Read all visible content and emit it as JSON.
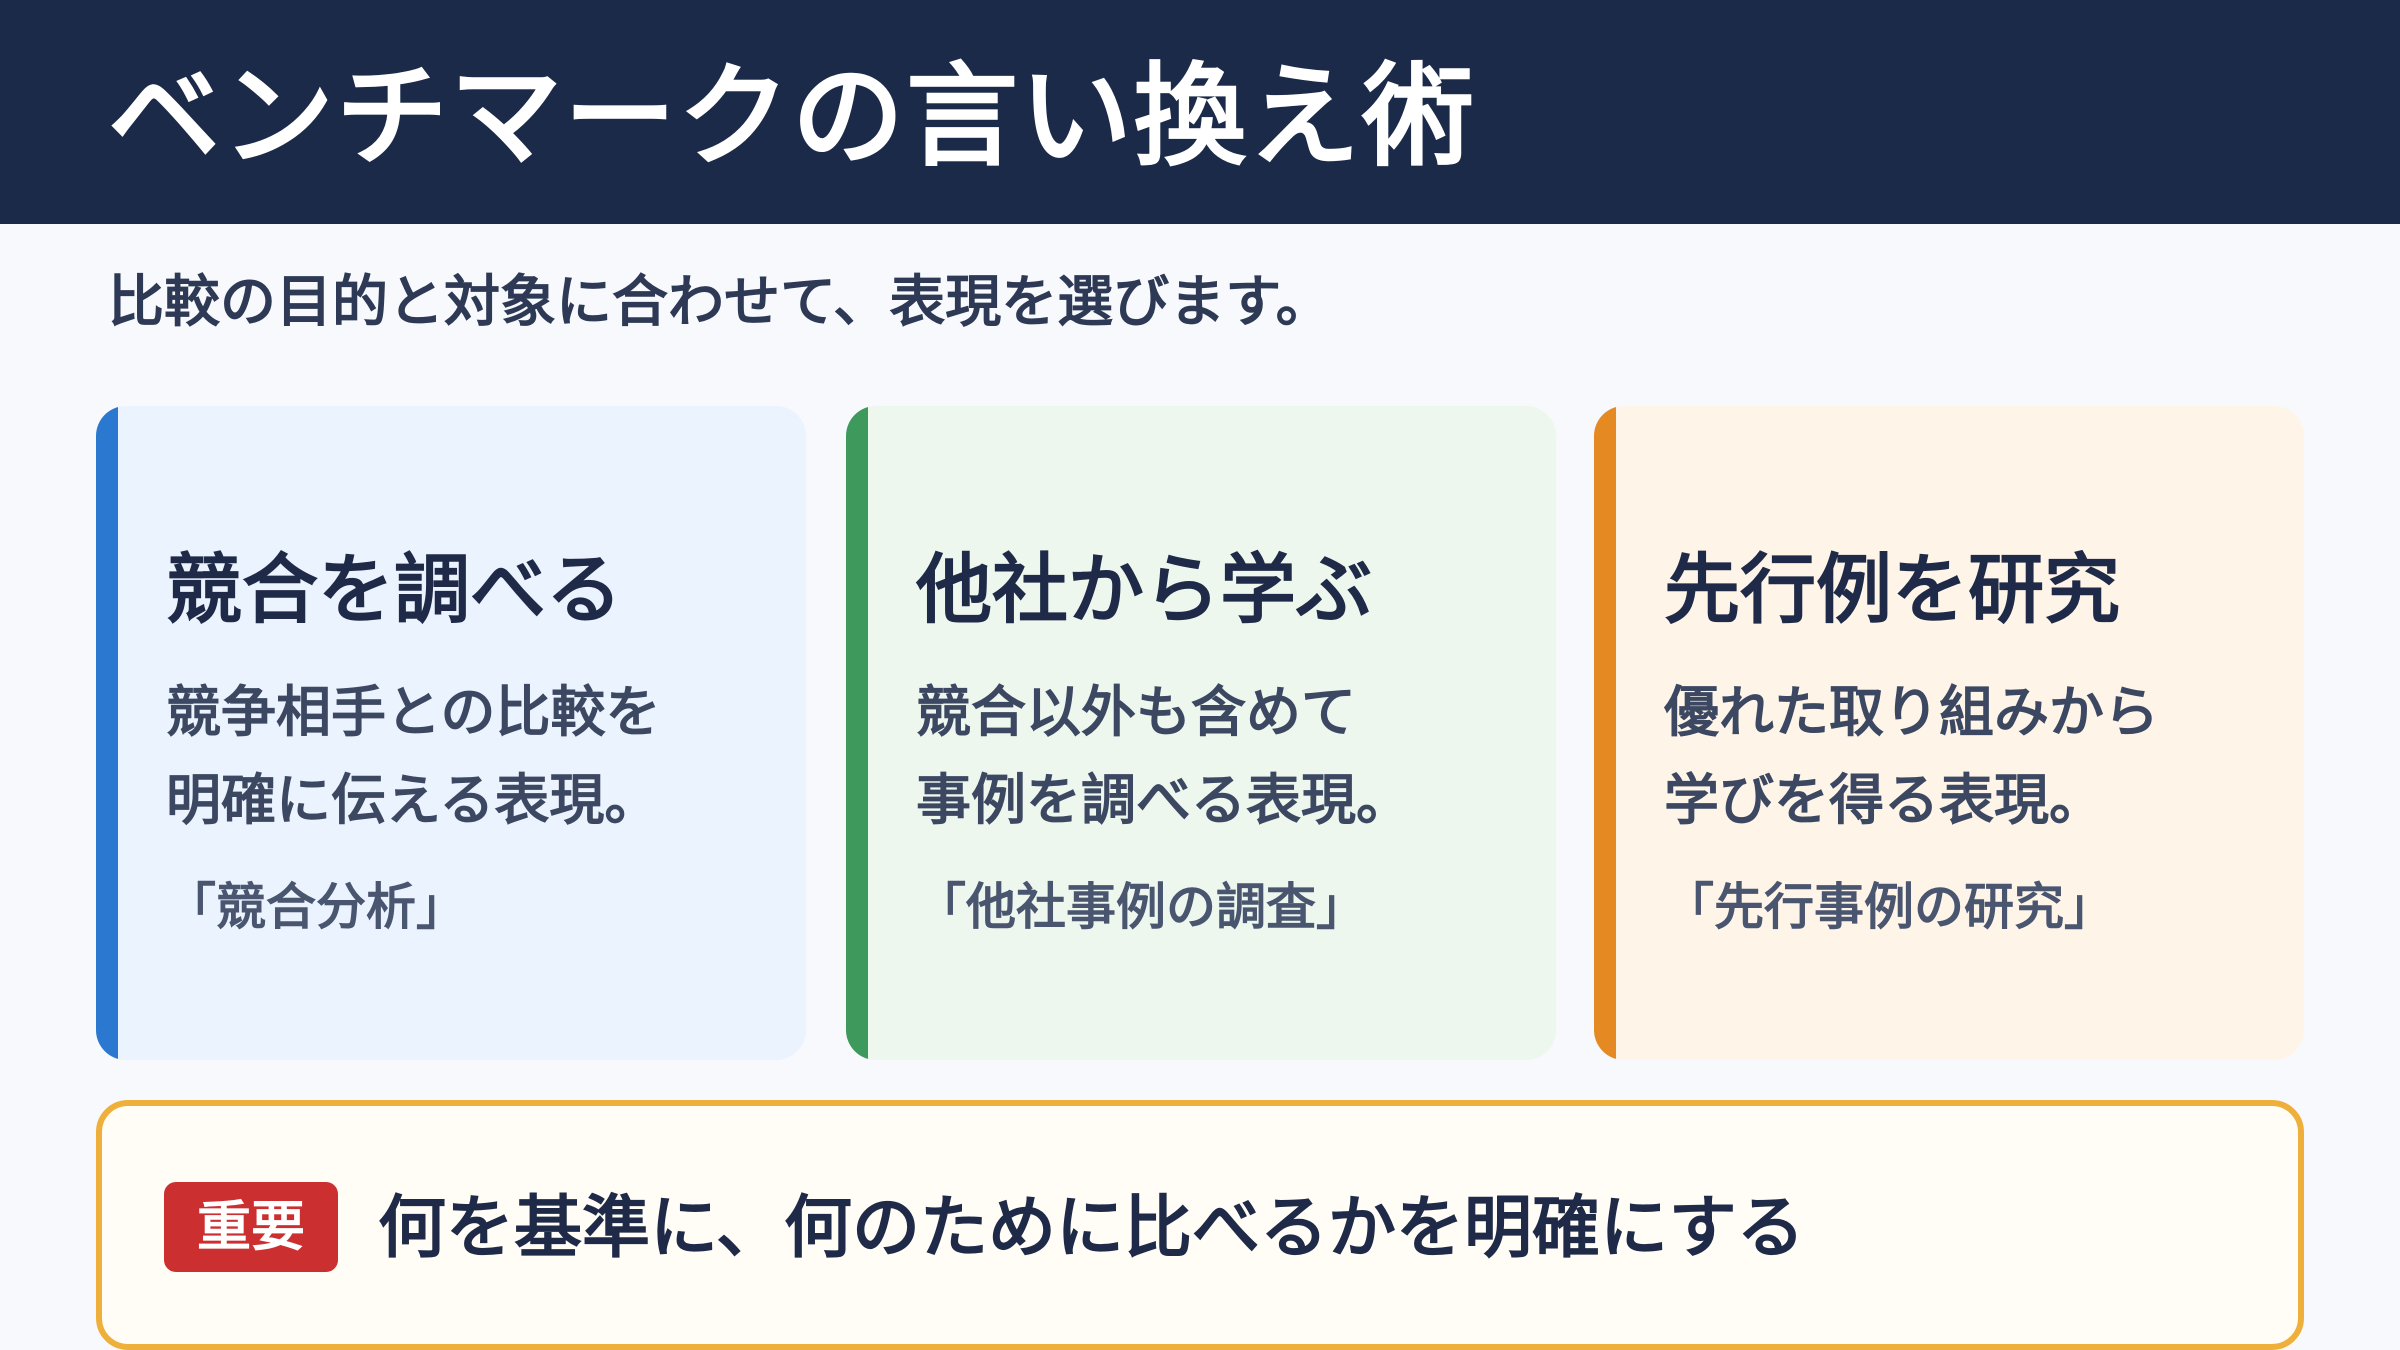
{
  "header": {
    "title": "ベンチマークの言い換え術"
  },
  "subtitle": "比較の目的と対象に合わせて、表現を選びます。",
  "cards": [
    {
      "title": "競合を調べる",
      "description": [
        "競争相手との比較を",
        "明確に伝える表現。"
      ],
      "example": "「競合分析」",
      "accent_color": "#2a78d0"
    },
    {
      "title": "他社から学ぶ",
      "description": [
        "競合以外も含めて",
        "事例を調べる表現。"
      ],
      "example": "「他社事例の調査」",
      "accent_color": "#3d9a5c"
    },
    {
      "title": "先行例を研究",
      "description": [
        "優れた取り組みから",
        "学びを得る表現。"
      ],
      "example": "「先行事例の研究」",
      "accent_color": "#e58a23"
    }
  ],
  "important": {
    "badge": "重要",
    "text": "何を基準に、何のために比べるかを明確にする",
    "badge_color": "#cc2f30",
    "border_color": "#eeb03a"
  }
}
